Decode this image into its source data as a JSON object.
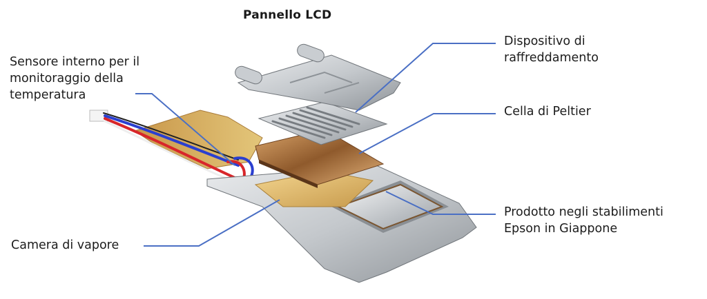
{
  "title": "Pannello LCD",
  "labels": {
    "sensor": [
      "Sensore interno per il",
      "monitoraggio della",
      "temperatura"
    ],
    "cooling": [
      "Dispositivo di",
      "raffreddamento"
    ],
    "peltier": [
      "Cella di Peltier"
    ],
    "epson": [
      "Prodotto negli stabilimenti",
      "Epson in Giappone"
    ],
    "vapor": [
      "Camera di vapore"
    ]
  },
  "colors": {
    "leader": "#4a6fc4",
    "copper": "#c98a4e",
    "gold": "#d9b66a",
    "metal": "#bfc3c7",
    "wire_red": "#d8262a",
    "wire_blue": "#2a3fd0"
  }
}
